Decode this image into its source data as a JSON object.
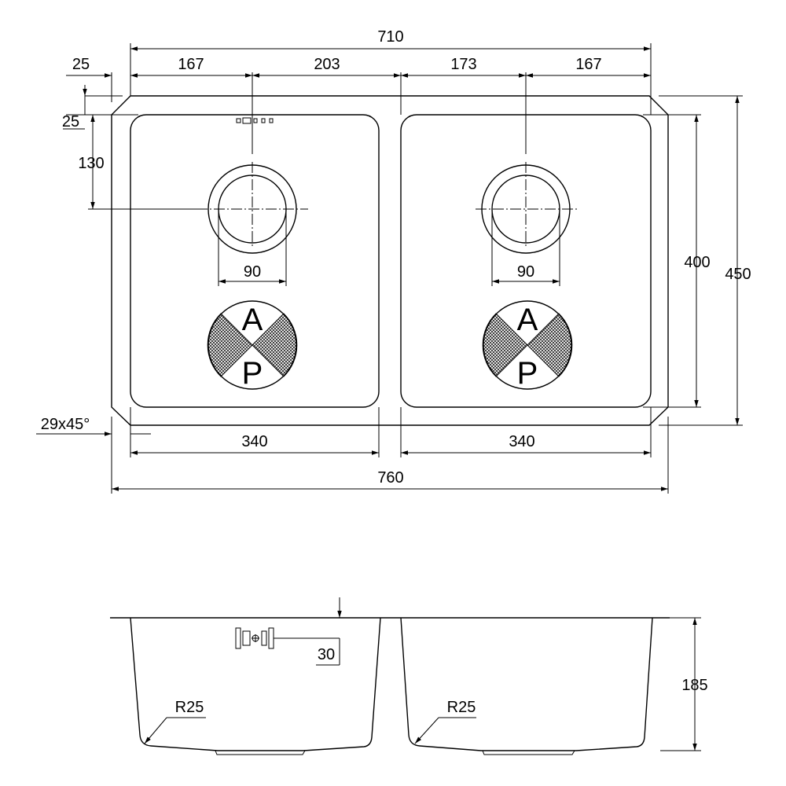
{
  "top_view": {
    "overall_width": "710",
    "seg_1": "167",
    "seg_2": "203",
    "seg_3": "173",
    "seg_4": "167",
    "flange_left": "25",
    "flange_top": "25",
    "drain_offset": "130",
    "drain_left_dia": "90",
    "drain_right_dia": "90",
    "height_inner": "400",
    "height_outer": "450",
    "chamfer": "29x45°",
    "bowl_left_width": "340",
    "bowl_right_width": "340",
    "total_width": "760",
    "badge_letter_top": "A",
    "badge_letter_bottom": "P"
  },
  "side_view": {
    "overflow_depth": "30",
    "depth": "185",
    "radius_left": "R25",
    "radius_right": "R25"
  }
}
